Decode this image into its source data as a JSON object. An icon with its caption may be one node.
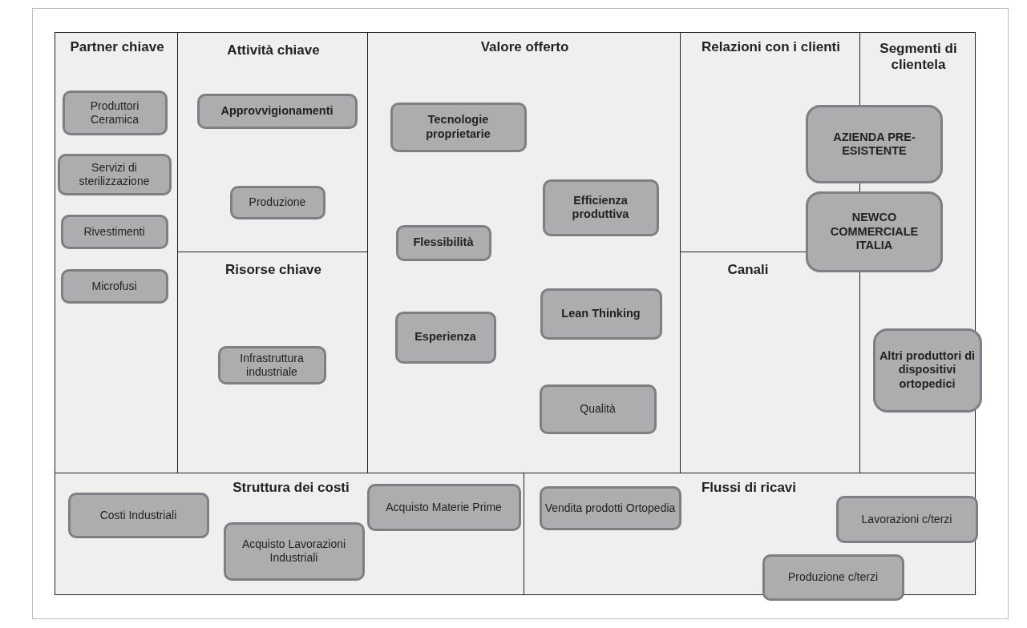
{
  "diagram": {
    "nodes": [
      {
        "text": [
          "Partner chiave"
        ]
      },
      {
        "text": [
          "Produttori Ceramica"
        ],
        "in": 0
      },
      {
        "text": [
          "Servizi di sterilizzazione"
        ],
        "in": 0
      },
      {
        "text": [
          "Rivestimenti"
        ],
        "in": 0
      },
      {
        "text": [
          "Microfusi"
        ],
        "in": 0
      },
      {
        "text": [
          "Attività chiave"
        ]
      },
      {
        "text": [
          "Approvvigionamenti"
        ],
        "in": 5
      },
      {
        "text": [
          "Produzione"
        ],
        "in": 5
      },
      {
        "text": [
          "Risorse chiave"
        ]
      },
      {
        "text": [
          "Infrastruttura industriale"
        ],
        "in": 8
      },
      {
        "text": [
          "Valore offerto"
        ]
      },
      {
        "text": [
          "Tecnologie proprietarie"
        ],
        "in": 10
      },
      {
        "text": [
          "Efficienza produttiva"
        ],
        "in": 10
      },
      {
        "text": [
          "Flessibilità"
        ],
        "in": 10
      },
      {
        "text": [
          "Lean Thinking"
        ],
        "in": 10
      },
      {
        "text": [
          "Esperienza"
        ],
        "in": 10
      },
      {
        "text": [
          "Qualità"
        ],
        "in": 10
      },
      {
        "text": [
          "Relazioni con i clienti"
        ]
      },
      {
        "text": [
          "Canali"
        ]
      },
      {
        "text": [
          "Segmenti di clientela"
        ]
      },
      {
        "text": [
          "AZIENDA PRE-ESISTENTE"
        ]
      },
      {
        "text": [
          "NEWCO COMMERCIALE ITALIA"
        ]
      },
      {
        "text": [
          "Altri produttori di dispositivi ortopedici"
        ],
        "in": 19
      },
      {
        "text": [
          "Struttura dei costi"
        ]
      },
      {
        "text": [
          "Costi Industriali"
        ],
        "in": 23
      },
      {
        "text": [
          "Acquisto Lavorazioni Industriali"
        ],
        "in": 23
      },
      {
        "text": [
          "Acquisto Materie Prime"
        ],
        "in": 23
      },
      {
        "text": [
          "Flussi di ricavi"
        ]
      },
      {
        "text": [
          "Vendita prodotti Ortopedia"
        ],
        "in": 27
      },
      {
        "text": [
          "Lavorazioni c/terzi"
        ],
        "in": 27
      },
      {
        "text": [
          "Produzione c/terzi"
        ],
        "in": 27
      }
    ]
  }
}
